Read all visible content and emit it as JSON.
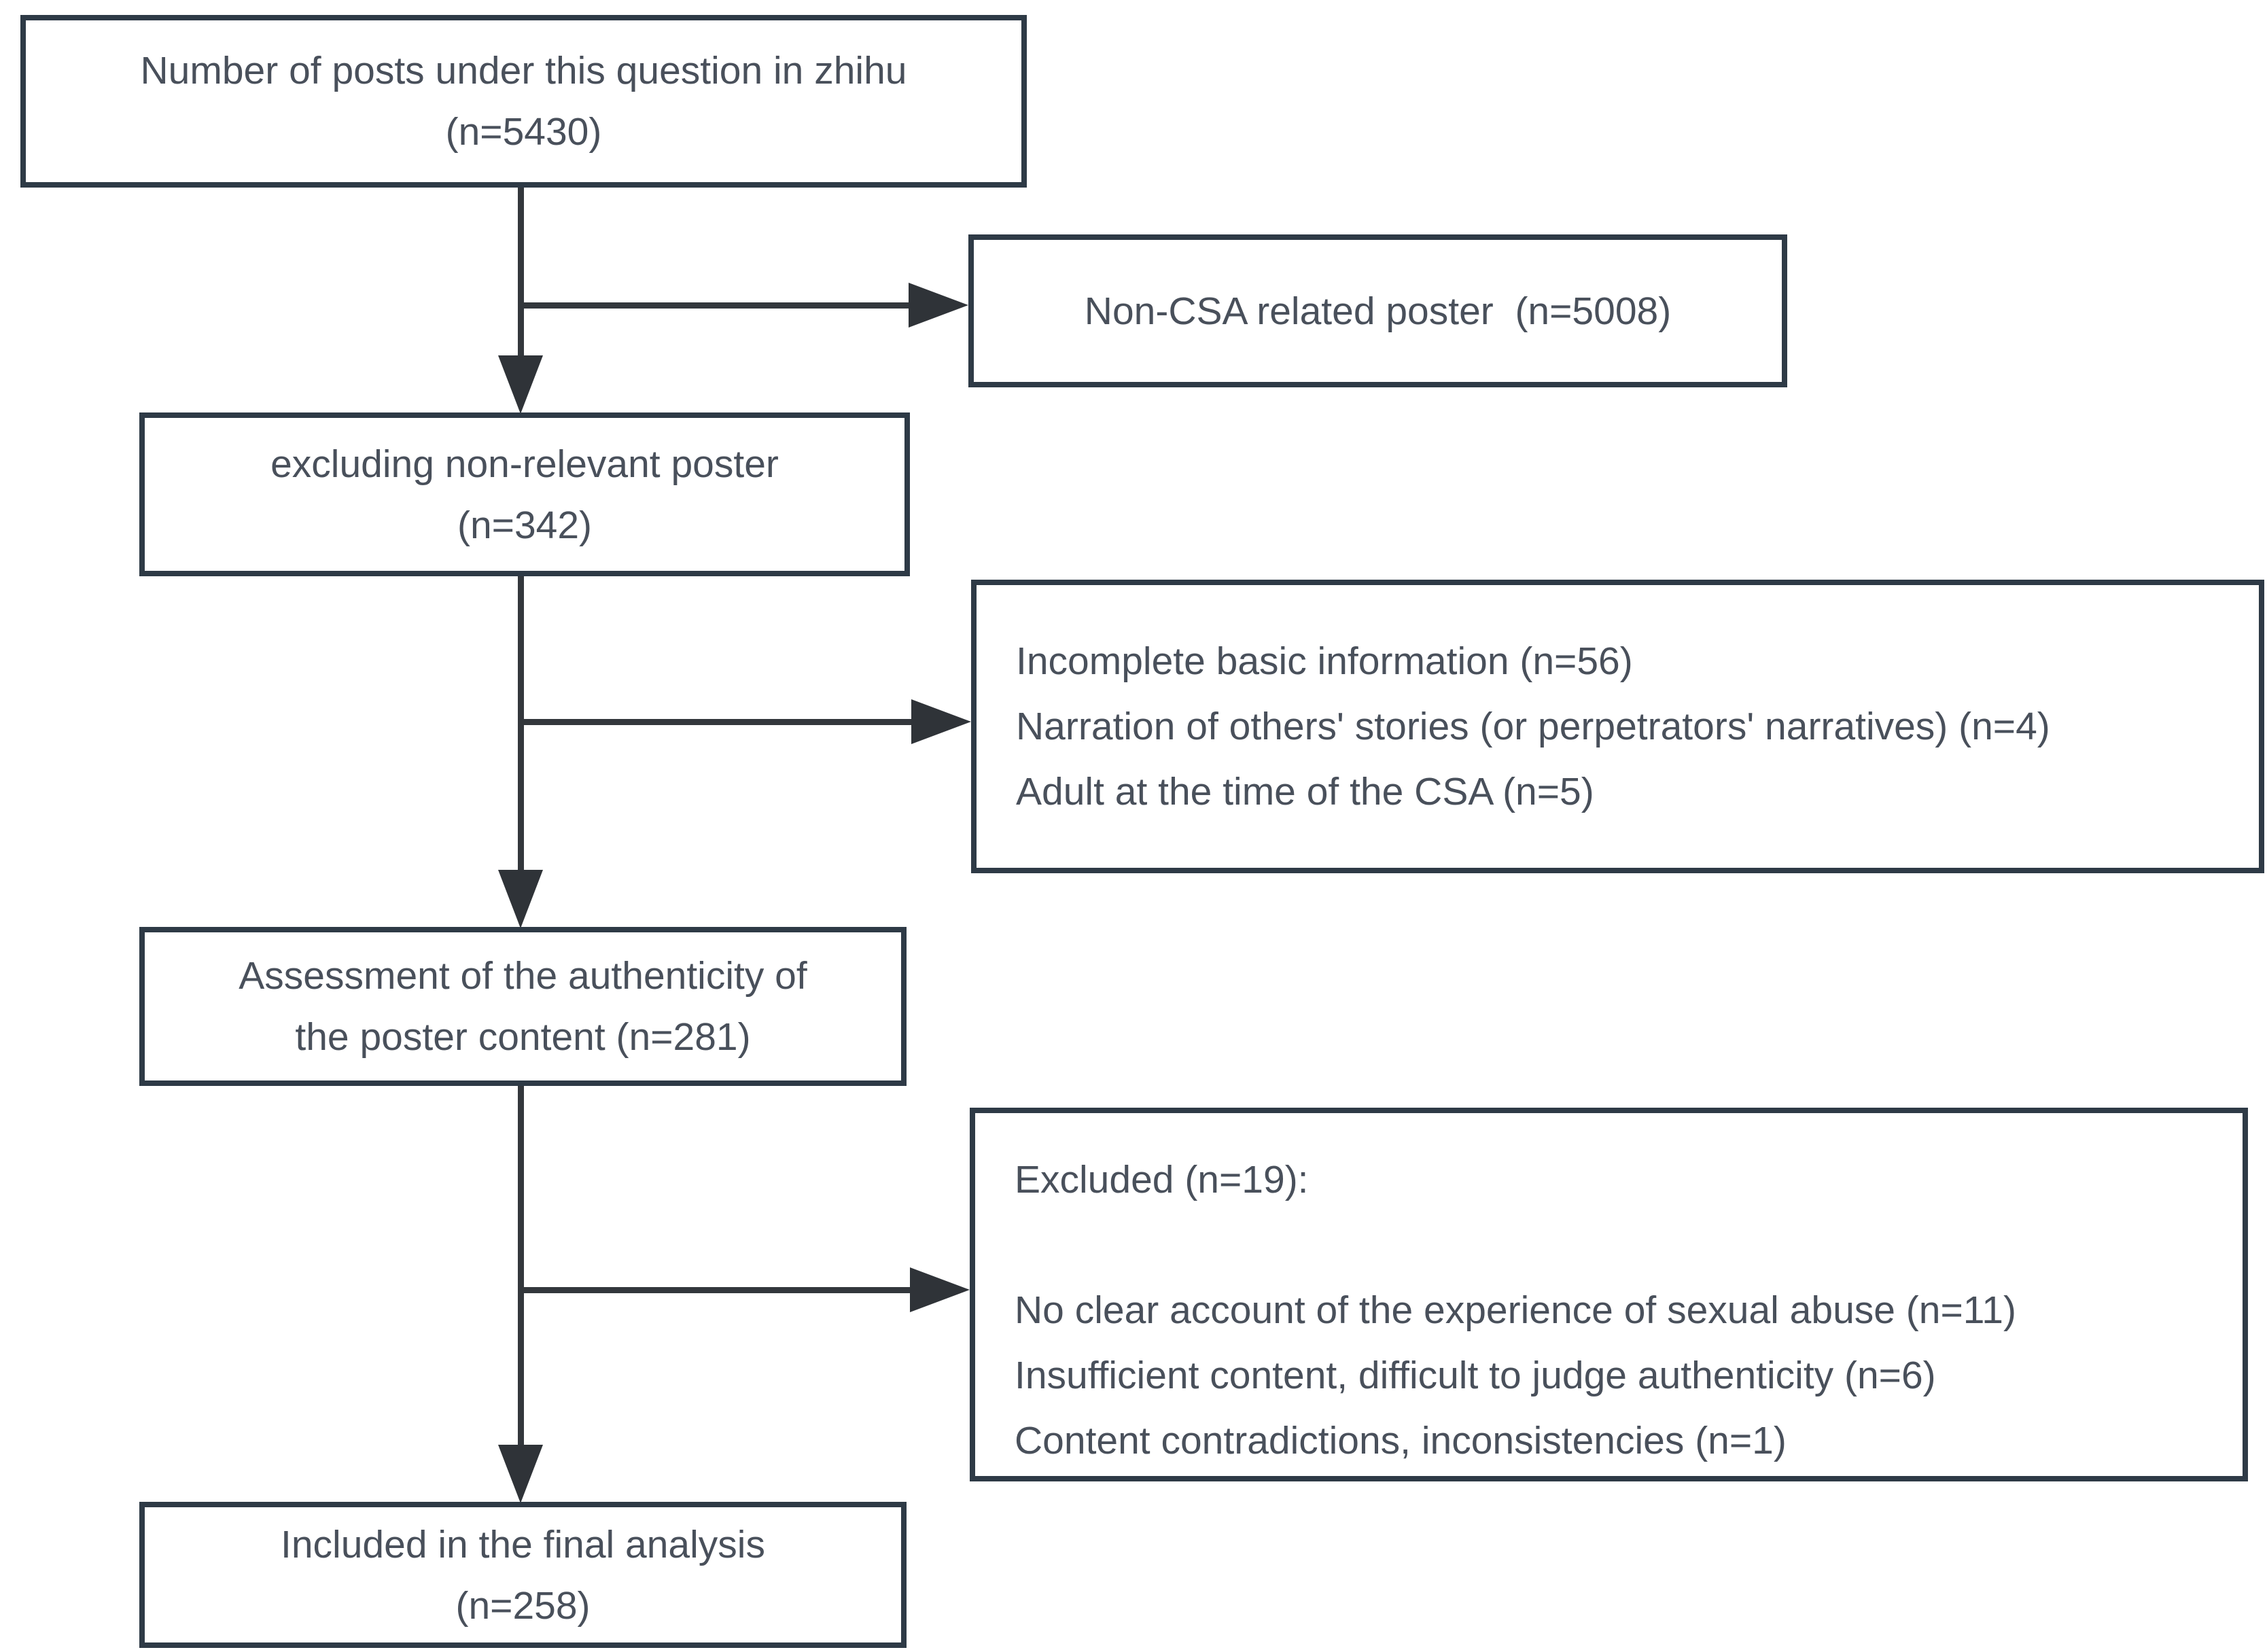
{
  "diagram": {
    "colors": {
      "border": "#2e3a46",
      "text": "#49505b",
      "arrow": "#2f3338",
      "background": "#ffffff"
    },
    "nodes": {
      "source": {
        "line1": "Number of posts under this question in zhihu",
        "line2": "(n=5430)"
      },
      "non_csa": {
        "label": "Non-CSA related poster  (n=5008)"
      },
      "excluding": {
        "line1": "excluding non-relevant poster",
        "line2": "(n=342)"
      },
      "exclusion_reasons_1": {
        "lines": [
          "Incomplete basic information (n=56)",
          "Narration of others' stories (or perpetrators' narratives) (n=4)",
          "Adult at the time of the CSA (n=5)"
        ]
      },
      "assessment": {
        "line1": "Assessment of the authenticity of",
        "line2": "the poster content (n=281)"
      },
      "exclusion_reasons_2": {
        "header": "Excluded (n=19):",
        "lines": [
          "No clear account of the experience of sexual abuse (n=11)",
          "Insufficient content, difficult to judge authenticity (n=6)",
          "Content contradictions, inconsistencies (n=1)"
        ]
      },
      "included": {
        "line1": "Included in the final analysis",
        "line2": "(n=258)"
      }
    }
  }
}
